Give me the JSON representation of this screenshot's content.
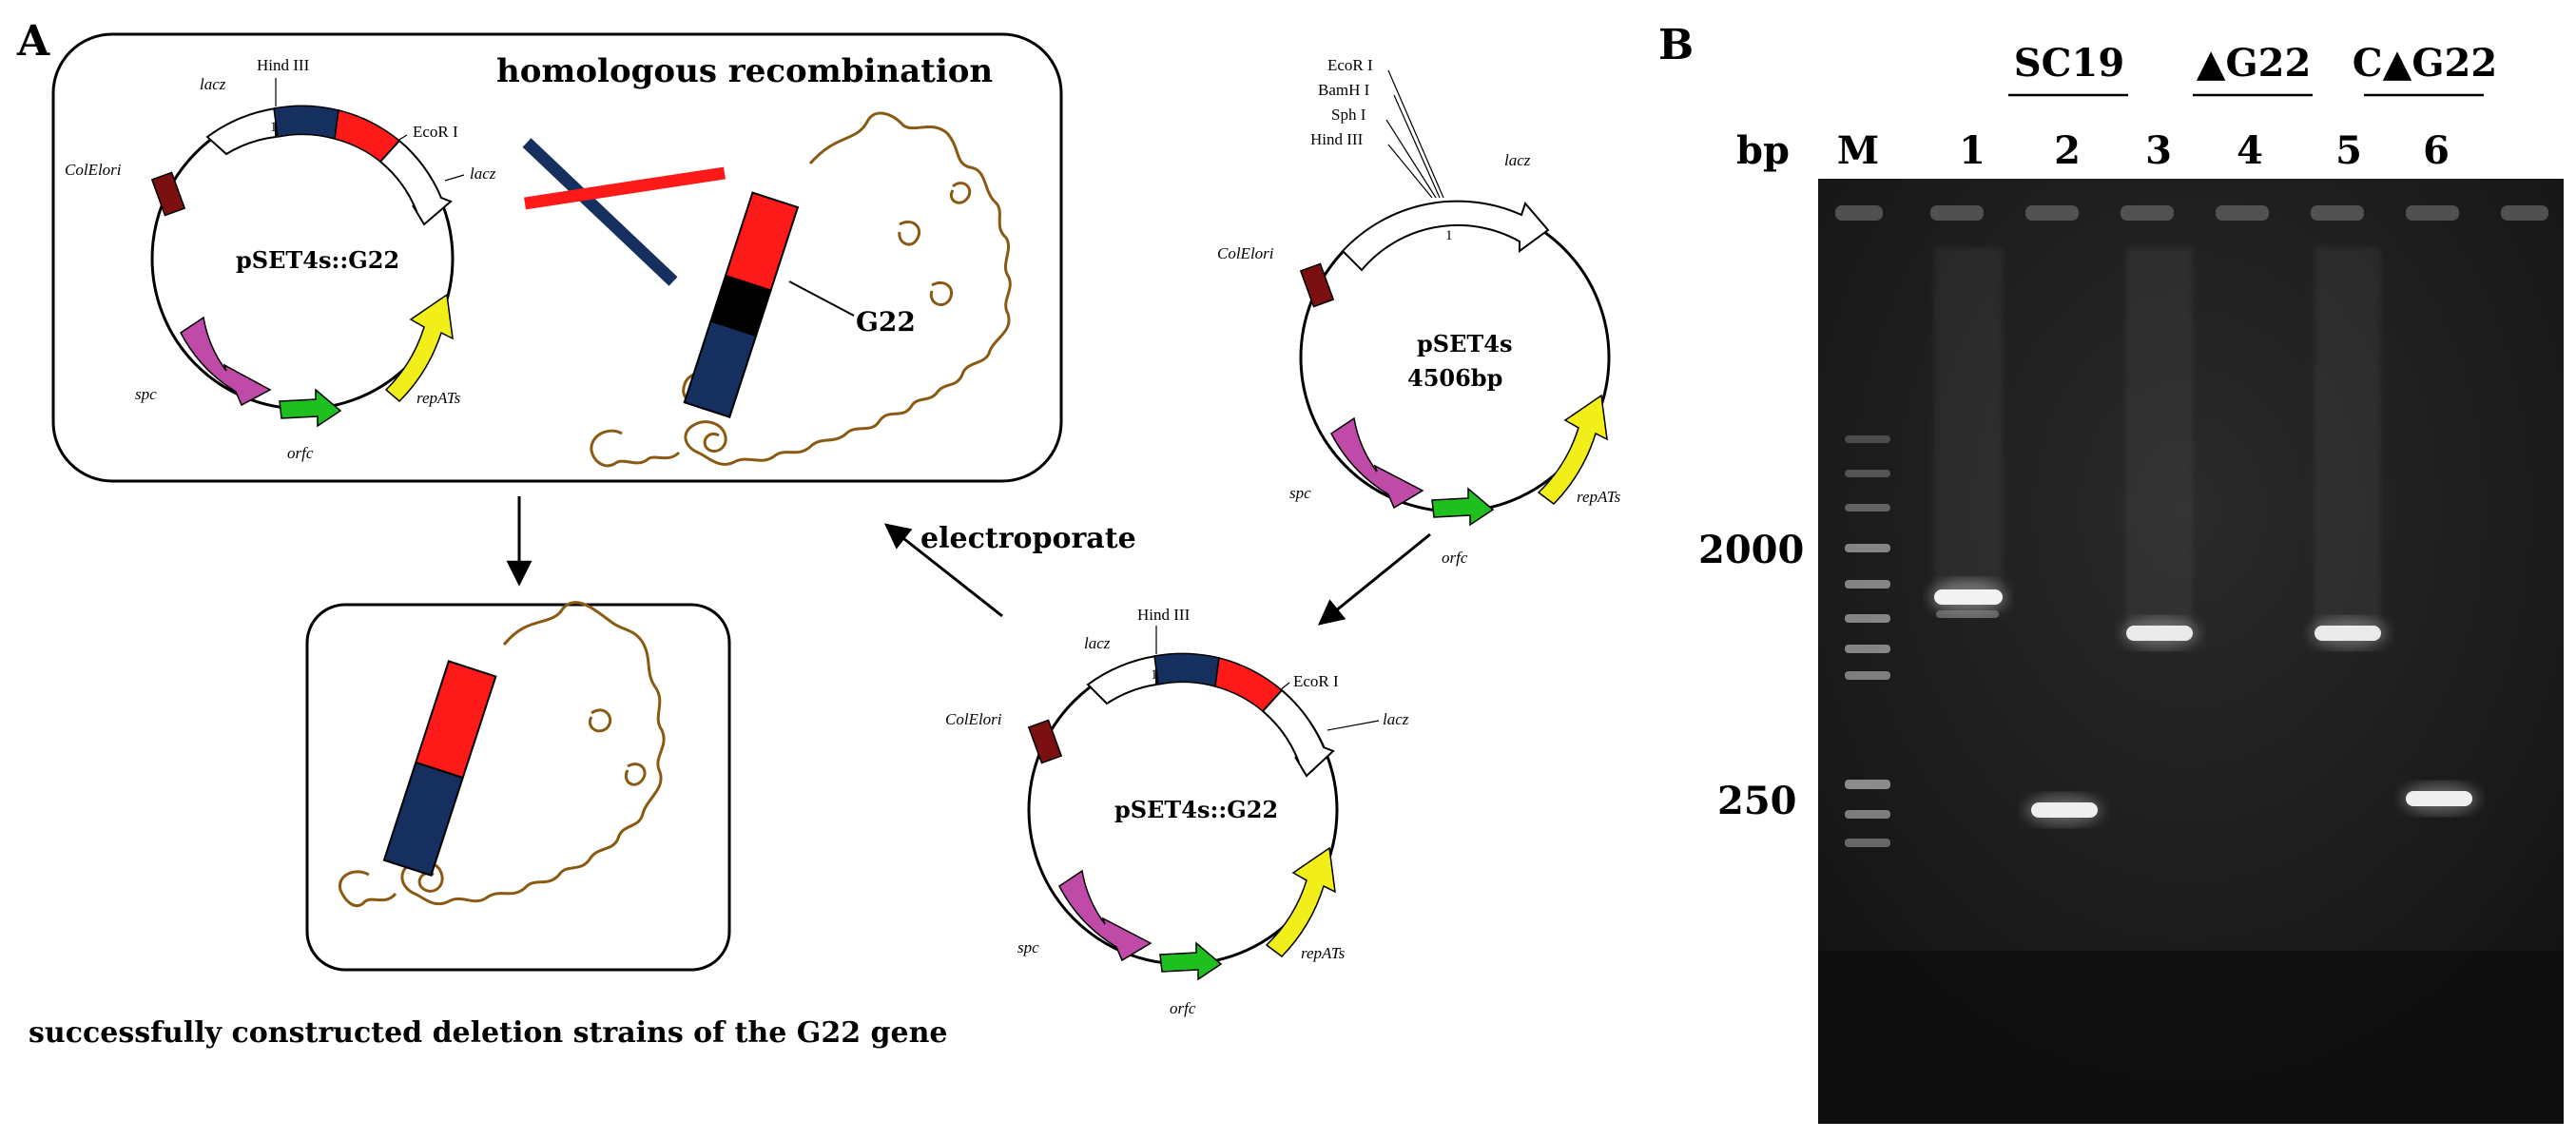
{
  "panel_a": {
    "label": "A",
    "title": "homologous recombination",
    "caption": "successfully constructed deletion strains of the G22 gene",
    "electroporate": "electroporate",
    "gene_label": "G22",
    "plasmid_g22": {
      "name": "pSET4s::G22",
      "sites": {
        "hind": "Hind III",
        "eco": "EcoR I"
      },
      "features": {
        "lacz": "lacz",
        "colelori": "ColElori",
        "spc": "spc",
        "orfc": "orfc",
        "repats": "repATs",
        "one": "1"
      }
    },
    "plasmid_vector": {
      "name": "pSET4s",
      "size": "4506bp",
      "sites": [
        "EcoR I",
        "BamH I",
        "Sph I",
        "Hind III"
      ],
      "features": {
        "lacz": "lacz",
        "colelori": "ColElori",
        "spc": "spc",
        "orfc": "orfc",
        "repats": "repATs",
        "one": "1"
      }
    }
  },
  "panel_b": {
    "label": "B",
    "bp_label": "bp",
    "marker_label": "M",
    "groups": [
      {
        "name": "SC19",
        "lanes": [
          "1",
          "2"
        ]
      },
      {
        "name": "▲G22",
        "lanes": [
          "3",
          "4"
        ]
      },
      {
        "name": "C▲G22",
        "lanes": [
          "5",
          "6"
        ]
      }
    ],
    "size_labels": [
      "2000",
      "250"
    ]
  },
  "colors": {
    "red": "#ff1a1a",
    "navy": "#152f5e",
    "olive_dna": "#8a5a13",
    "maroon": "#7a1010",
    "magenta": "#c04aa8",
    "green": "#1fbf1f",
    "yellow": "#f2ee1a"
  }
}
